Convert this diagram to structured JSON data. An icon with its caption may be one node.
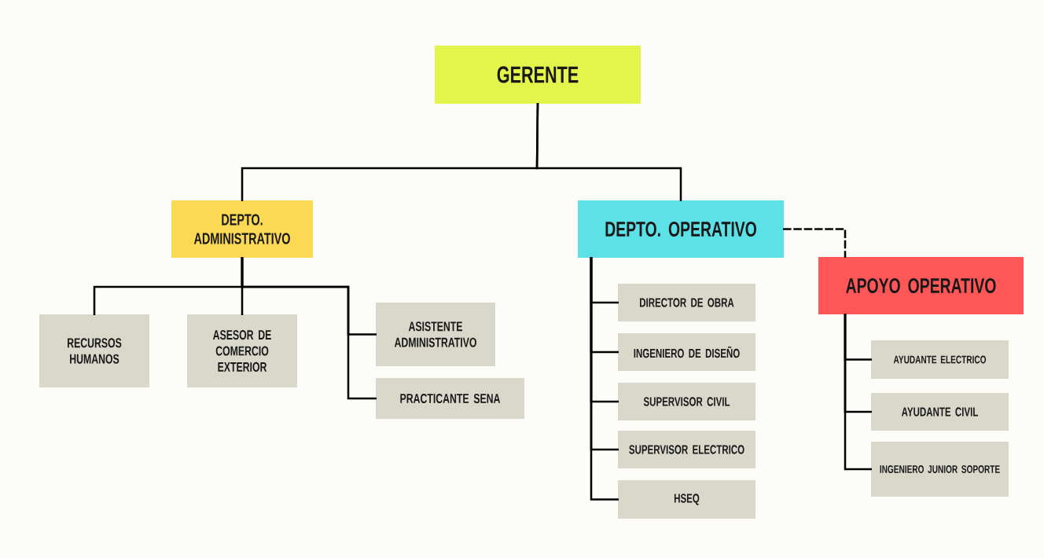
{
  "diagram": {
    "nodes": [
      {
        "text": [
          "GERENTE"
        ]
      },
      {
        "text": [
          "DEPTO. ADMINISTRATIVO"
        ]
      },
      {
        "text": [
          "DEPTO. OPERATIVO"
        ]
      },
      {
        "text": [
          "APOYO OPERATIVO"
        ]
      },
      {
        "text": [
          "RECURSOS HUMANOS"
        ]
      },
      {
        "text": [
          "ASESOR DE COMERCIO EXTERIOR"
        ]
      },
      {
        "text": [
          "ASISTENTE ADMINISTRATIVO"
        ]
      },
      {
        "text": [
          "PRACTICANTE SENA"
        ]
      },
      {
        "text": [
          "DIRECTOR DE OBRA"
        ]
      },
      {
        "text": [
          "INGENIERO DE DISEÑO"
        ]
      },
      {
        "text": [
          "SUPERVISOR CIVIL"
        ]
      },
      {
        "text": [
          "SUPERVISOR ELECTRICO"
        ]
      },
      {
        "text": [
          "HSEQ"
        ]
      },
      {
        "text": [
          "AYUDANTE ELECTRICO"
        ]
      },
      {
        "text": [
          "AYUDANTE CIVIL"
        ]
      },
      {
        "text": [
          "INGENIERO JUNIOR SOPORTE"
        ]
      }
    ],
    "edges": [
      {
        "from": 0,
        "to": 1,
        "arrow": "none"
      },
      {
        "from": 0,
        "to": 2,
        "arrow": "none"
      },
      {
        "from": 2,
        "to": 3,
        "arrow": "none",
        "style": "dashed"
      },
      {
        "from": 1,
        "to": 4,
        "arrow": "none"
      },
      {
        "from": 1,
        "to": 5,
        "arrow": "none"
      },
      {
        "from": 1,
        "to": 6,
        "arrow": "none"
      },
      {
        "from": 1,
        "to": 7,
        "arrow": "none"
      },
      {
        "from": 2,
        "to": 8,
        "arrow": "none"
      },
      {
        "from": 2,
        "to": 9,
        "arrow": "none"
      },
      {
        "from": 2,
        "to": 10,
        "arrow": "none"
      },
      {
        "from": 2,
        "to": 11,
        "arrow": "none"
      },
      {
        "from": 2,
        "to": 12,
        "arrow": "none"
      },
      {
        "from": 3,
        "to": 13,
        "arrow": "none"
      },
      {
        "from": 3,
        "to": 14,
        "arrow": "none"
      },
      {
        "from": 3,
        "to": 15,
        "arrow": "none"
      }
    ]
  }
}
